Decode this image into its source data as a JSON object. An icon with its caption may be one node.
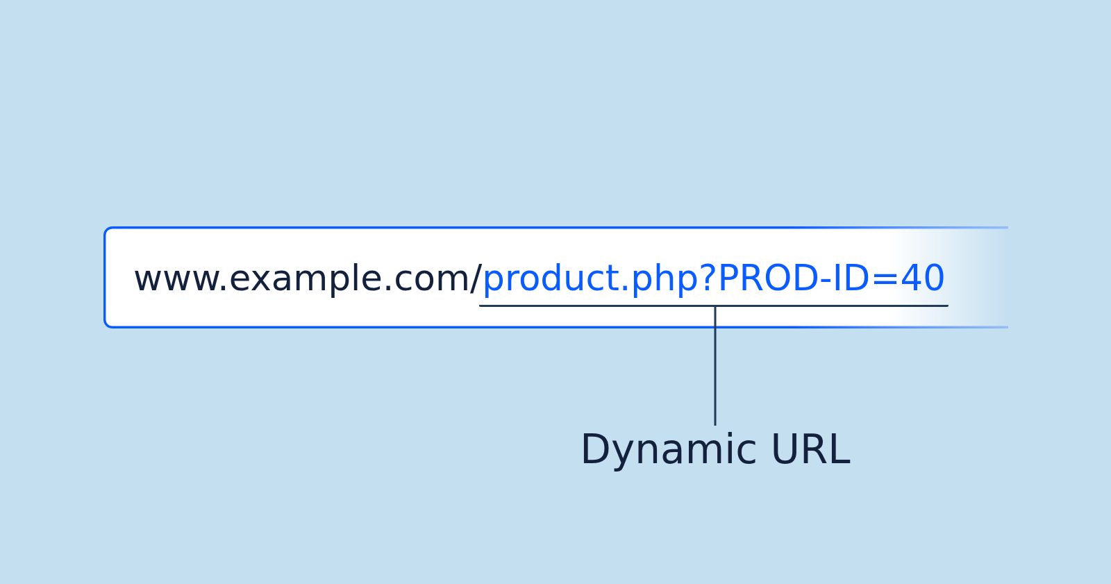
{
  "diagram": {
    "nodes": [
      {
        "text": [
          "www.example.com/"
        ]
      },
      {
        "text": [
          "product.php?PROD-ID=40"
        ],
        "in": 0
      },
      {
        "text": [
          "Dynamic URL"
        ]
      }
    ],
    "edges": [
      {
        "from": 2,
        "to": 1,
        "arrow": "none"
      }
    ]
  }
}
